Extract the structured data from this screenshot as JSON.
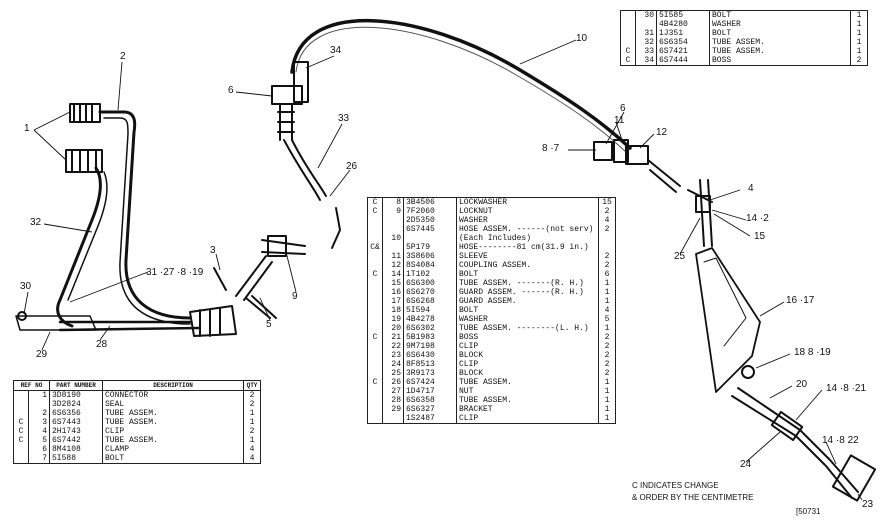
{
  "callouts": {
    "c1": "1",
    "c2": "2",
    "c3": "3",
    "c5": "5",
    "c9": "9",
    "c4": "4",
    "c6a": "6",
    "c6b": "6",
    "c10": "10",
    "c11": "11",
    "c12": "12",
    "c15": "15",
    "c16": "16 ·17",
    "c18": "18 8 ·19",
    "c20": "20",
    "c23": "23",
    "c24": "24",
    "c25": "25",
    "c26": "26",
    "c28": "28",
    "c29": "29",
    "c30": "30",
    "c32": "32",
    "c33": "33",
    "c34": "34",
    "c14_2": "14 ·2",
    "c8_7": "8 ·7",
    "c31_group": "31 ·27 ·8 ·19",
    "c14_8_21": "14 ·8 ·21",
    "c14_8_22": "14 ·8  22"
  },
  "left_table": {
    "headers": [
      "REF NO",
      "PART NUMBER",
      "DESCRIPTION",
      "QTY"
    ],
    "rows": [
      {
        "c": "",
        "ref": "1",
        "part": "3D8190",
        "desc": "CONNECTOR",
        "qty": "2"
      },
      {
        "c": "",
        "ref": "",
        "part": "3D2824",
        "desc": "SEAL",
        "qty": "2"
      },
      {
        "c": "",
        "ref": "2",
        "part": "6S6356",
        "desc": "TUBE ASSEM.",
        "qty": "1"
      },
      {
        "c": "C",
        "ref": "3",
        "part": "6S7443",
        "desc": "TUBE ASSEM.",
        "qty": "1"
      },
      {
        "c": "C",
        "ref": "4",
        "part": "2H1743",
        "desc": "CLIP",
        "qty": "2"
      },
      {
        "c": "C",
        "ref": "5",
        "part": "6S7442",
        "desc": "TUBE ASSEM.",
        "qty": "1"
      },
      {
        "c": "",
        "ref": "6",
        "part": "8M4108",
        "desc": "CLAMP",
        "qty": "4"
      },
      {
        "c": "",
        "ref": "7",
        "part": "5I588",
        "desc": "BOLT",
        "qty": "4"
      }
    ]
  },
  "middle_table": {
    "rows": [
      {
        "c": "C",
        "ref": "8",
        "part": "3B4506",
        "desc": "LOCKWASHER",
        "qty": "15"
      },
      {
        "c": "C",
        "ref": "9",
        "part": "7F2060",
        "desc": "LOCKNUT",
        "qty": "2"
      },
      {
        "c": "",
        "ref": "",
        "part": "2D5350",
        "desc": "WASHER",
        "qty": "4"
      },
      {
        "c": "",
        "ref": "",
        "part": "6S7445",
        "desc": "HOSE ASSEM. ------(not serv)",
        "qty": "2"
      },
      {
        "c": "",
        "ref": "10",
        "part": "",
        "desc": "(Each Includes)",
        "qty": ""
      },
      {
        "c": "C&",
        "ref": "",
        "part": "5P179",
        "desc": "HOSE--------81 cm(31.9 in.)",
        "qty": ""
      },
      {
        "c": "",
        "ref": "11",
        "part": "3S8606",
        "desc": "SLEEVE",
        "qty": "2"
      },
      {
        "c": "",
        "ref": "12",
        "part": "8S4084",
        "desc": "COUPLING ASSEM.",
        "qty": "2"
      },
      {
        "c": "C",
        "ref": "14",
        "part": "1T102",
        "desc": "BOLT",
        "qty": "6"
      },
      {
        "c": "",
        "ref": "15",
        "part": "6S6300",
        "desc": "TUBE ASSEM. -------(R. H.)",
        "qty": "1"
      },
      {
        "c": "",
        "ref": "16",
        "part": "6S6270",
        "desc": "GUARD ASSEM. ------(R. H.)",
        "qty": "1"
      },
      {
        "c": "",
        "ref": "17",
        "part": "6S6268",
        "desc": "GUARD ASSEM.",
        "qty": "1"
      },
      {
        "c": "",
        "ref": "18",
        "part": "5I594",
        "desc": "BOLT",
        "qty": "4"
      },
      {
        "c": "",
        "ref": "19",
        "part": "4B4278",
        "desc": "WASHER",
        "qty": "5"
      },
      {
        "c": "",
        "ref": "20",
        "part": "6S6302",
        "desc": "TUBE ASSEM. --------(L. H.)",
        "qty": "1"
      },
      {
        "c": "C",
        "ref": "21",
        "part": "5B1983",
        "desc": "BOSS",
        "qty": "2"
      },
      {
        "c": "",
        "ref": "22",
        "part": "9M7198",
        "desc": "CLIP",
        "qty": "2"
      },
      {
        "c": "",
        "ref": "23",
        "part": "6S6430",
        "desc": "BLOCK",
        "qty": "2"
      },
      {
        "c": "",
        "ref": "24",
        "part": "8F8513",
        "desc": "CLIP",
        "qty": "2"
      },
      {
        "c": "",
        "ref": "25",
        "part": "3R9173",
        "desc": "BLOCK",
        "qty": "2"
      },
      {
        "c": "C",
        "ref": "26",
        "part": "6S7424",
        "desc": "TUBE ASSEM.",
        "qty": "1"
      },
      {
        "c": "",
        "ref": "27",
        "part": "1D4717",
        "desc": "NUT",
        "qty": "1"
      },
      {
        "c": "",
        "ref": "28",
        "part": "6S6358",
        "desc": "TUBE ASSEM.",
        "qty": "1"
      },
      {
        "c": "",
        "ref": "29",
        "part": "6S6327",
        "desc": "BRACKET",
        "qty": "1"
      },
      {
        "c": "",
        "ref": "",
        "part": "1S2487",
        "desc": "CLIP",
        "qty": "1"
      }
    ]
  },
  "right_table": {
    "rows": [
      {
        "c": "",
        "ref": "30",
        "part": "5I585",
        "desc": "BOLT",
        "qty": "1"
      },
      {
        "c": "",
        "ref": "",
        "part": "4B4280",
        "desc": "WASHER",
        "qty": "1"
      },
      {
        "c": "",
        "ref": "31",
        "part": "1J351",
        "desc": "BOLT",
        "qty": "1"
      },
      {
        "c": "",
        "ref": "32",
        "part": "6S6354",
        "desc": "TUBE ASSEM.",
        "qty": "1"
      },
      {
        "c": "C",
        "ref": "33",
        "part": "6S7421",
        "desc": "TUBE ASSEM.",
        "qty": "1"
      },
      {
        "c": "C",
        "ref": "34",
        "part": "6S7444",
        "desc": "BOSS",
        "qty": "2"
      }
    ]
  },
  "notes": {
    "change": "C INDICATES CHANGE",
    "order": "& ORDER BY THE CENTIMETRE",
    "figure_id": "[50731"
  }
}
